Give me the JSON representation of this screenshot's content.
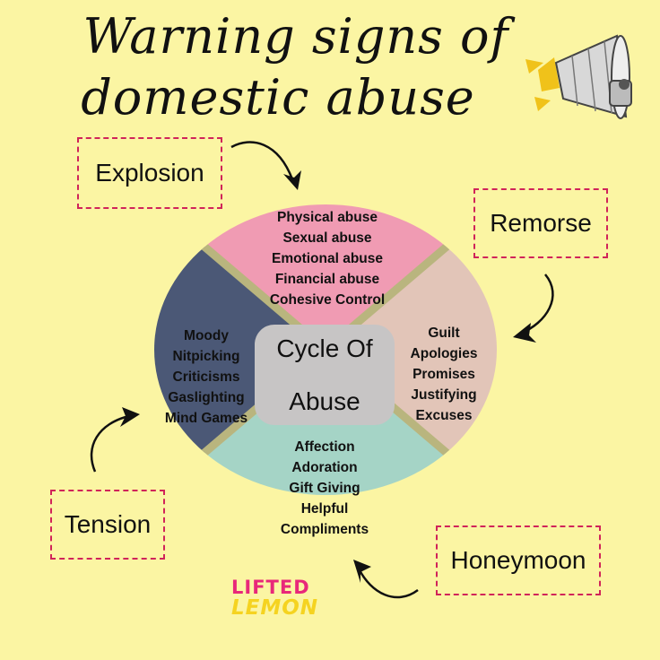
{
  "title": {
    "line1": "Warning signs of",
    "line2": "domestic abuse"
  },
  "center": {
    "line1": "Cycle Of",
    "line2": "Abuse"
  },
  "stages": {
    "explosion": "Explosion",
    "remorse": "Remorse",
    "tension": "Tension",
    "honeymoon": "Honeymoon"
  },
  "quadrants": {
    "top": [
      "Physical abuse",
      "Sexual abuse",
      "Emotional abuse",
      "Financial abuse",
      "Cohesive Control"
    ],
    "right": [
      "Guilt",
      "Apologies",
      "Promises",
      "Justifying",
      "Excuses"
    ],
    "bottom": [
      "Affection",
      "Adoration",
      "Gift Giving",
      "Helpful",
      "Compliments"
    ],
    "left": [
      "Moody",
      "Nitpicking",
      "Criticisms",
      "Gaslighting",
      "Mind Games"
    ]
  },
  "logo": {
    "line1": "LIFTED",
    "line2": "LEMON"
  },
  "colors": {
    "background": "#fbf5a3",
    "top": "#f09bb3",
    "right": "#e2c5b8",
    "bottom": "#a5d4c6",
    "left": "#4b5876",
    "divider": "#b9b57e",
    "center": "#c7c5c5",
    "box_border": "#d0245a",
    "logo_pink": "#e8287a",
    "logo_yellow": "#f5d320"
  }
}
